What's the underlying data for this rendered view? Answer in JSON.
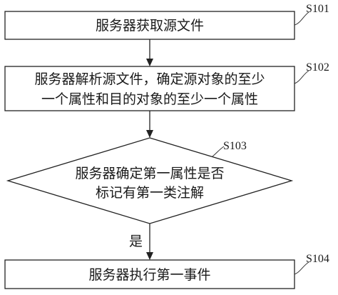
{
  "steps": [
    {
      "id": "S101",
      "kind": "process",
      "lines": [
        "服务器获取源文件"
      ]
    },
    {
      "id": "S102",
      "kind": "process",
      "lines": [
        "服务器解析源文件，确定源对象的至少",
        "一个属性和目的对象的至少一个属性"
      ]
    },
    {
      "id": "S103",
      "kind": "decision",
      "lines": [
        "服务器确定第一属性是否",
        "标记有第一类注解"
      ]
    },
    {
      "id": "S104",
      "kind": "process",
      "lines": [
        "服务器执行第一事件"
      ]
    }
  ],
  "edge_labels": {
    "yes": "是"
  }
}
